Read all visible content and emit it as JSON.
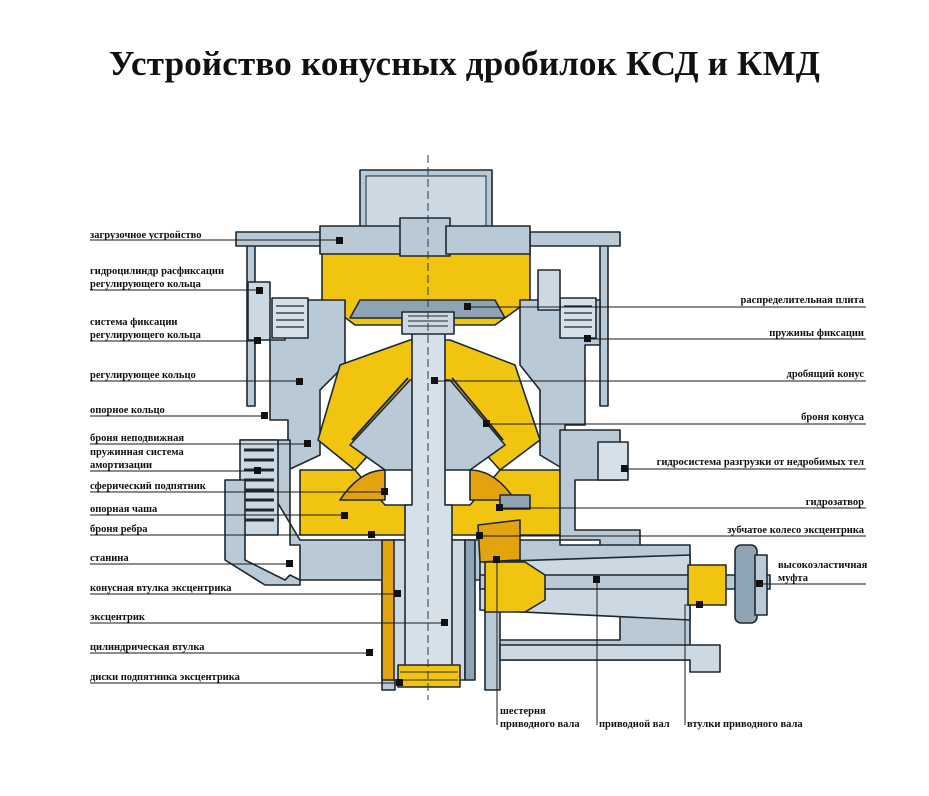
{
  "title": "Устройство конусных дробилок КСД и КМД",
  "colors": {
    "housing": "#b9c9d5",
    "dark_housing": "#8ea4b4",
    "yellow": "#f1c50f",
    "orange": "#e3a30f",
    "shaft": "#cfd8df",
    "outline": "#1e2830",
    "leader": "#1a1a1a"
  },
  "labels_left": [
    {
      "id": "zagruz",
      "lines": [
        "загрузочное устройство"
      ]
    },
    {
      "id": "gidrocil",
      "lines": [
        "гидроцилиндр расфиксации",
        "регулирующего кольца"
      ]
    },
    {
      "id": "sistfix",
      "lines": [
        "система фиксации",
        "регулирующего кольца"
      ]
    },
    {
      "id": "regkol",
      "lines": [
        "регулирующее кольцо"
      ]
    },
    {
      "id": "opkol",
      "lines": [
        "опорное кольцо"
      ]
    },
    {
      "id": "bronnep",
      "lines": [
        "броня неподвижная"
      ]
    },
    {
      "id": "pruzh",
      "lines": [
        "пружинная система",
        "амортизации"
      ]
    },
    {
      "id": "sfer",
      "lines": [
        "сферический подпятник"
      ]
    },
    {
      "id": "opchash",
      "lines": [
        "опорная чаша"
      ]
    },
    {
      "id": "bronreb",
      "lines": [
        "броня ребра"
      ]
    },
    {
      "id": "stanina",
      "lines": [
        "станина"
      ]
    },
    {
      "id": "konvt",
      "lines": [
        "конусная втулка эксцентрика"
      ]
    },
    {
      "id": "ekscen",
      "lines": [
        "эксцентрик"
      ]
    },
    {
      "id": "cilvt",
      "lines": [
        "цилиндрическая втулка"
      ]
    },
    {
      "id": "diski",
      "lines": [
        "диски подпятника эксцентрика"
      ]
    }
  ],
  "labels_right": [
    {
      "id": "raspr",
      "lines": [
        "распределительная плита"
      ]
    },
    {
      "id": "pruzhfix",
      "lines": [
        "пружины фиксации"
      ]
    },
    {
      "id": "drobkon",
      "lines": [
        "дробящий конус"
      ]
    },
    {
      "id": "bronkon",
      "lines": [
        "броня конуса"
      ]
    },
    {
      "id": "gidrosis",
      "lines": [
        "гидросистема разгрузки от недробимых тел"
      ]
    },
    {
      "id": "gidrozat",
      "lines": [
        "гидрозатвор"
      ]
    },
    {
      "id": "zubkol",
      "lines": [
        "зубчатое колесо эксцентрика"
      ]
    },
    {
      "id": "mufta",
      "lines": [
        "высокоэластичная",
        "муфта"
      ]
    }
  ],
  "labels_bottom": [
    {
      "id": "shest",
      "lines": [
        "шестерня",
        "приводного вала"
      ]
    },
    {
      "id": "privval",
      "lines": [
        "приводной вал"
      ]
    },
    {
      "id": "vtulki",
      "lines": [
        "втулки приводного вала"
      ]
    }
  ]
}
